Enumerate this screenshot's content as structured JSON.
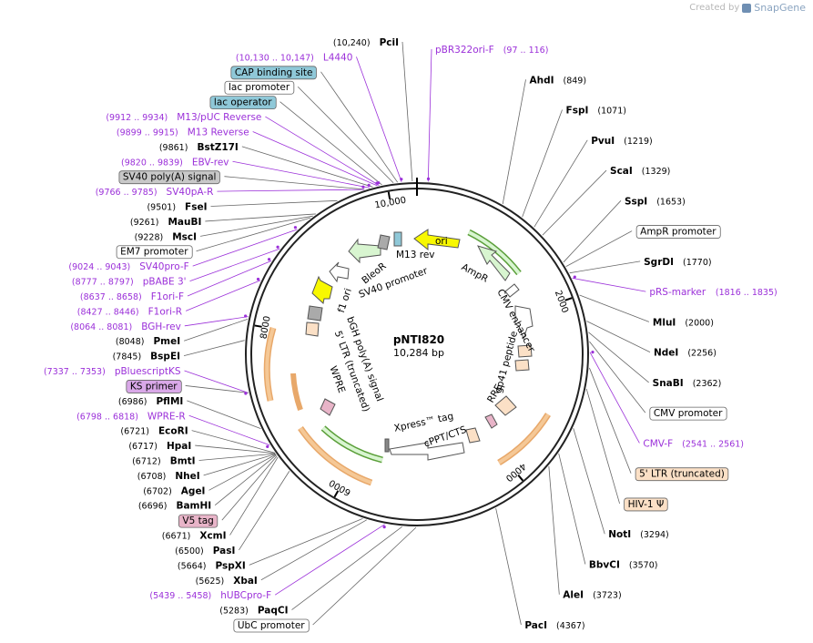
{
  "credit": {
    "prefix": "Created by",
    "brand": "SnapGene"
  },
  "plasmid": {
    "name": "pNTI820",
    "length": "10,284 bp",
    "total": 10284
  },
  "colors": {
    "enzyme": "#000000",
    "primer": "#9b30d9",
    "feature_box_blue": "#8fc8d8",
    "feature_box_gray": "#c8c8c8",
    "feature_box_peach": "#fbe0c6",
    "feature_box_pink": "#e8b4c8",
    "feature_box_purple": "#d9a8e8",
    "arrow_green": "#d8f5d0",
    "arrow_yellow": "#f8f800",
    "arrow_orange": "#f5c896",
    "arrow_white": "#ffffff"
  },
  "ticks": [
    {
      "pos": 2000,
      "label": "2000"
    },
    {
      "pos": 4000,
      "label": "4000"
    },
    {
      "pos": 6000,
      "label": "6000"
    },
    {
      "pos": 8000,
      "label": "8000"
    },
    {
      "pos": 10000,
      "label": "10,000"
    }
  ],
  "labels": [
    {
      "type": "enzyme",
      "name": "PciI",
      "coord": "(10,240)",
      "pos": 10240
    },
    {
      "type": "primer",
      "name": "L4440",
      "coord": "(10,130 .. 10,147)",
      "pos": 10138
    },
    {
      "type": "feature",
      "name": "CAP binding site",
      "box": "feature_box_blue",
      "pos": 10100
    },
    {
      "type": "feature",
      "name": "lac promoter",
      "box": "box_white",
      "pos": 10060
    },
    {
      "type": "primer",
      "name": "M13/pUC Reverse",
      "coord": "(9912 .. 9934)",
      "pos": 9923
    },
    {
      "type": "feature",
      "name": "lac operator",
      "box": "feature_box_blue",
      "pos": 9950
    },
    {
      "type": "primer",
      "name": "M13 Reverse",
      "coord": "(9899 .. 9915)",
      "pos": 9907
    },
    {
      "type": "enzyme",
      "name": "BstZ17I",
      "coord": "(9861)",
      "pos": 9861
    },
    {
      "type": "primer",
      "name": "EBV-rev",
      "coord": "(9820 .. 9839)",
      "pos": 9830
    },
    {
      "type": "feature",
      "name": "SV40 poly(A) signal",
      "box": "feature_box_gray",
      "pos": 9780
    },
    {
      "type": "primer",
      "name": "SV40pA-R",
      "coord": "(9766 .. 9785)",
      "pos": 9775
    },
    {
      "type": "enzyme",
      "name": "FseI",
      "coord": "(9501)",
      "pos": 9501
    },
    {
      "type": "enzyme",
      "name": "MauBI",
      "coord": "(9261)",
      "pos": 9261
    },
    {
      "type": "enzyme",
      "name": "MscI",
      "coord": "(9228)",
      "pos": 9228
    },
    {
      "type": "feature",
      "name": "EM7 promoter",
      "box": "box_white",
      "pos": 9200
    },
    {
      "type": "primer",
      "name": "SV40pro-F",
      "coord": "(9024 .. 9043)",
      "pos": 9033
    },
    {
      "type": "primer",
      "name": "pBABE 3'",
      "coord": "(8777 .. 8797)",
      "pos": 8787
    },
    {
      "type": "primer",
      "name": "F1ori-F",
      "coord": "(8637 .. 8658)",
      "pos": 8647
    },
    {
      "type": "primer",
      "name": "F1ori-R",
      "coord": "(8427 .. 8446)",
      "pos": 8436
    },
    {
      "type": "primer",
      "name": "BGH-rev",
      "coord": "(8064 .. 8081)",
      "pos": 8072
    },
    {
      "type": "enzyme",
      "name": "PmeI",
      "coord": "(8048)",
      "pos": 8048
    },
    {
      "type": "enzyme",
      "name": "BspEI",
      "coord": "(7845)",
      "pos": 7845
    },
    {
      "type": "primer",
      "name": "pBluescriptKS",
      "coord": "(7337 .. 7353)",
      "pos": 7345
    },
    {
      "type": "feature",
      "name": "KS primer",
      "box": "feature_box_purple",
      "pos": 7345
    },
    {
      "type": "enzyme",
      "name": "PflMI",
      "coord": "(6986)",
      "pos": 6986
    },
    {
      "type": "primer",
      "name": "WPRE-R",
      "coord": "(6798 .. 6818)",
      "pos": 6808
    },
    {
      "type": "enzyme",
      "name": "EcoRI",
      "coord": "(6721)",
      "pos": 6721
    },
    {
      "type": "enzyme",
      "name": "HpaI",
      "coord": "(6717)",
      "pos": 6717
    },
    {
      "type": "enzyme",
      "name": "BmtI",
      "coord": "(6712)",
      "pos": 6712
    },
    {
      "type": "enzyme",
      "name": "NheI",
      "coord": "(6708)",
      "pos": 6708
    },
    {
      "type": "enzyme",
      "name": "AgeI",
      "coord": "(6702)",
      "pos": 6702
    },
    {
      "type": "enzyme",
      "name": "BamHI",
      "coord": "(6696)",
      "pos": 6696
    },
    {
      "type": "feature",
      "name": "V5 tag",
      "box": "feature_box_pink",
      "pos": 6685
    },
    {
      "type": "enzyme",
      "name": "XcmI",
      "coord": "(6671)",
      "pos": 6671
    },
    {
      "type": "enzyme",
      "name": "PasI",
      "coord": "(6500)",
      "pos": 6500
    },
    {
      "type": "enzyme",
      "name": "PspXI",
      "coord": "(5664)",
      "pos": 5664
    },
    {
      "type": "enzyme",
      "name": "XbaI",
      "coord": "(5625)",
      "pos": 5625
    },
    {
      "type": "primer",
      "name": "hUBCpro-F",
      "coord": "(5439 .. 5458)",
      "pos": 5448
    },
    {
      "type": "enzyme",
      "name": "PaqCI",
      "coord": "(5283)",
      "pos": 5283
    },
    {
      "type": "feature",
      "name": "UbC promoter",
      "box": "box_white",
      "pos": 5150
    },
    {
      "type": "primer",
      "name": "pBR322ori-F",
      "coord": "(97 .. 116)",
      "pos": 106
    },
    {
      "type": "enzyme",
      "name": "AhdI",
      "coord": "(849)",
      "pos": 849
    },
    {
      "type": "enzyme",
      "name": "FspI",
      "coord": "(1071)",
      "pos": 1071
    },
    {
      "type": "enzyme",
      "name": "PvuI",
      "coord": "(1219)",
      "pos": 1219
    },
    {
      "type": "enzyme",
      "name": "ScaI",
      "coord": "(1329)",
      "pos": 1329
    },
    {
      "type": "enzyme",
      "name": "SspI",
      "coord": "(1653)",
      "pos": 1653
    },
    {
      "type": "feature",
      "name": "AmpR promoter",
      "box": "box_white",
      "pos": 1700
    },
    {
      "type": "enzyme",
      "name": "SgrDI",
      "coord": "(1770)",
      "pos": 1770
    },
    {
      "type": "primer",
      "name": "pRS-marker",
      "coord": "(1816 .. 1835)",
      "pos": 1825
    },
    {
      "type": "enzyme",
      "name": "MluI",
      "coord": "(2000)",
      "pos": 2000
    },
    {
      "type": "enzyme",
      "name": "NdeI",
      "coord": "(2256)",
      "pos": 2256
    },
    {
      "type": "enzyme",
      "name": "SnaBI",
      "coord": "(2362)",
      "pos": 2362
    },
    {
      "type": "feature",
      "name": "CMV promoter",
      "box": "box_white",
      "pos": 2450
    },
    {
      "type": "primer",
      "name": "CMV-F",
      "coord": "(2541 .. 2561)",
      "pos": 2551
    },
    {
      "type": "feature",
      "name": "5' LTR (truncated)",
      "box": "feature_box_peach",
      "pos": 2700
    },
    {
      "type": "feature",
      "name": "HIV-1 Ψ",
      "box": "feature_box_peach",
      "pos": 2900
    },
    {
      "type": "enzyme",
      "name": "NotI",
      "coord": "(3294)",
      "pos": 3294
    },
    {
      "type": "enzyme",
      "name": "BbvCI",
      "coord": "(3570)",
      "pos": 3570
    },
    {
      "type": "enzyme",
      "name": "AleI",
      "coord": "(3723)",
      "pos": 3723
    },
    {
      "type": "enzyme",
      "name": "PacI",
      "coord": "(4367)",
      "pos": 4367
    }
  ],
  "inner_labels": [
    {
      "text": "ori"
    },
    {
      "text": "M13 rev"
    },
    {
      "text": "BleoR"
    },
    {
      "text": "SV40 promoter"
    },
    {
      "text": "f1 ori"
    },
    {
      "text": "AmpR"
    },
    {
      "text": "CMV enhancer"
    },
    {
      "text": "gp41 peptide"
    },
    {
      "text": "RRE"
    },
    {
      "text": "Xpress™ tag"
    },
    {
      "text": "cPPT/CTS"
    },
    {
      "text": "bGH poly(A) signal"
    },
    {
      "text": "5' LTR (truncated)"
    },
    {
      "text": "WPRE"
    }
  ]
}
